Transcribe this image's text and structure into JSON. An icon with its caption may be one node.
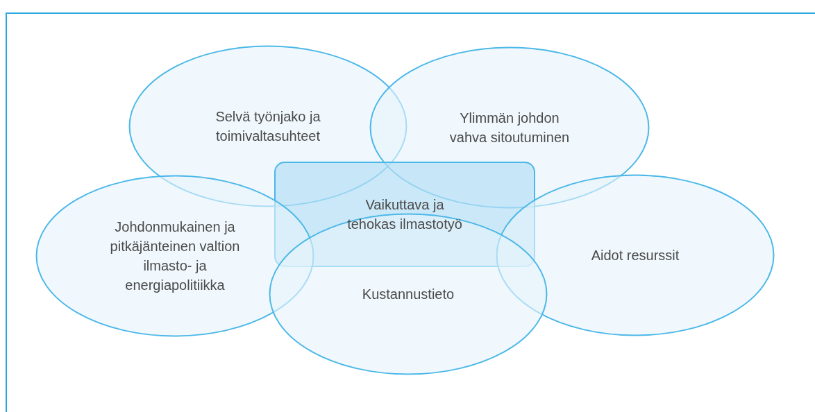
{
  "diagram": {
    "nodes": [
      {
        "text": [
          "Selvä työnjako ja toimivaltasuhteet"
        ]
      },
      {
        "text": [
          "Ylimmän johdon vahva sitoutuminen"
        ]
      },
      {
        "text": [
          "Vaikuttava ja tehokas ilmastotyö"
        ]
      },
      {
        "text": [
          "Johdonmukainen ja pitkäjänteinen valtion ilmasto- ja energiapolitiikka"
        ]
      },
      {
        "text": [
          "Aidot resurssit"
        ]
      },
      {
        "text": [
          "Kustannustieto"
        ]
      }
    ],
    "edges": []
  }
}
